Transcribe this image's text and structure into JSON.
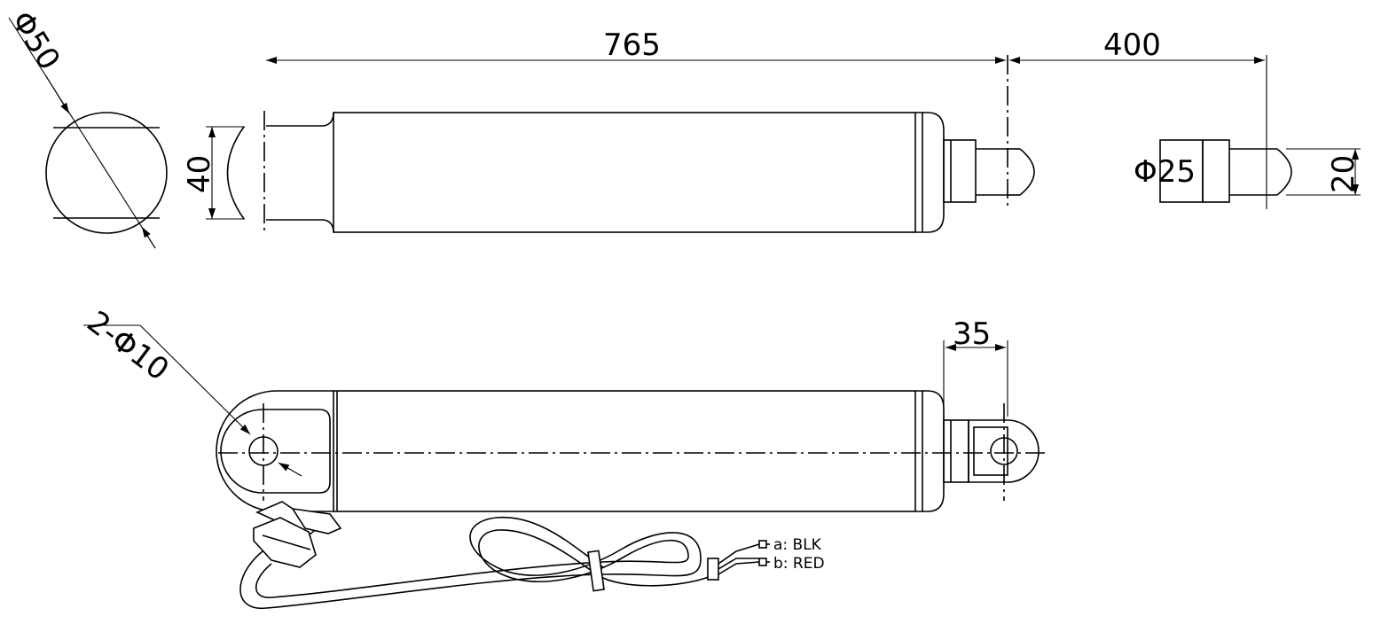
{
  "dimensions": {
    "end_diameter": "Φ50",
    "body_length": "765",
    "stroke": "400",
    "body_height": "40",
    "rod_diameter": "Φ25",
    "rod_tip": "20",
    "clevis_holes": "2-Φ10",
    "rod_eye": "35"
  },
  "wires": {
    "a": "a: BLK",
    "b": "b: RED"
  }
}
